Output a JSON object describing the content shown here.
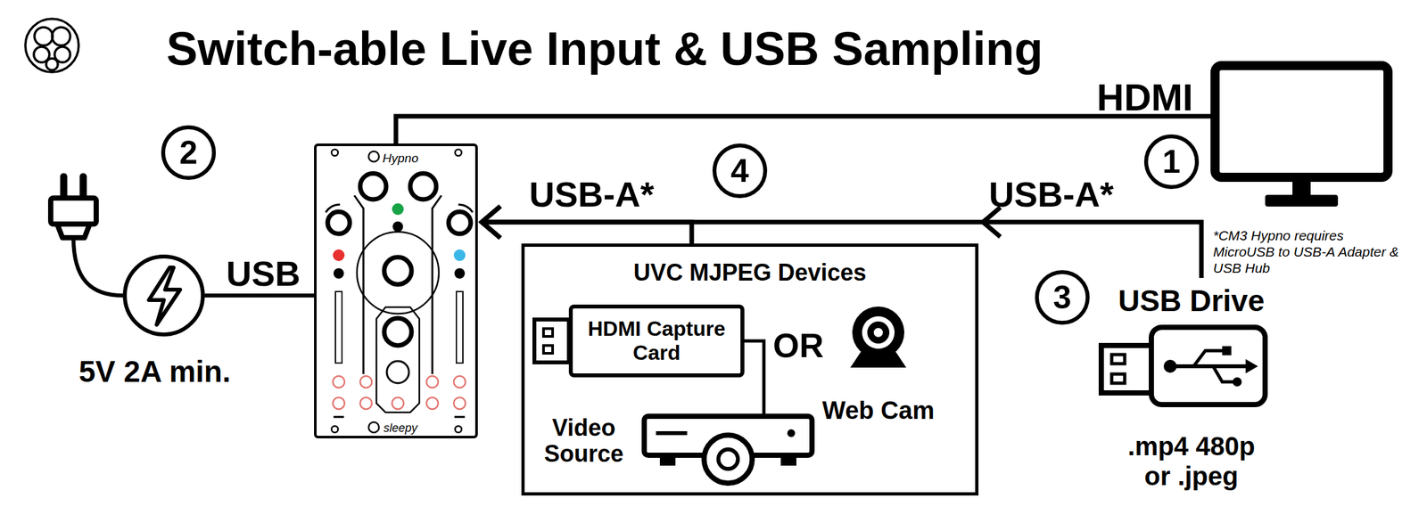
{
  "diagram": {
    "title": "Switch-able Live Input & USB Sampling",
    "nodes": [
      {
        "text": [
          "5V 2A min."
        ]
      },
      {
        "text": [
          "Hypno",
          "sleepy"
        ]
      },
      {
        "text": [
          "UVC MJPEG Devices"
        ]
      },
      {
        "text": [
          "HDMI Capture Card"
        ],
        "in": 2
      },
      {
        "text": [
          "Video Source"
        ],
        "in": 2
      },
      {
        "text": [
          "Web Cam"
        ],
        "in": 2
      },
      {
        "text": [
          "USB Drive",
          ".mp4 480p or .jpeg"
        ]
      }
    ],
    "edges": [
      {
        "from": 0,
        "to": 1,
        "label": "USB",
        "arrow": "none"
      },
      {
        "from": 2,
        "to": 1,
        "label": "USB-A*",
        "arrow": "to"
      },
      {
        "from": 6,
        "to": 1,
        "label": "USB-A*",
        "arrow": "to"
      },
      {
        "from": 3,
        "to": 4,
        "arrow": "none"
      }
    ],
    "labels": [
      "HDMI",
      "1",
      "2",
      "3",
      "4",
      "*CM3 Hypno requires MicroUSB to USB-A Adapter & USB Hub",
      "OR"
    ]
  }
}
